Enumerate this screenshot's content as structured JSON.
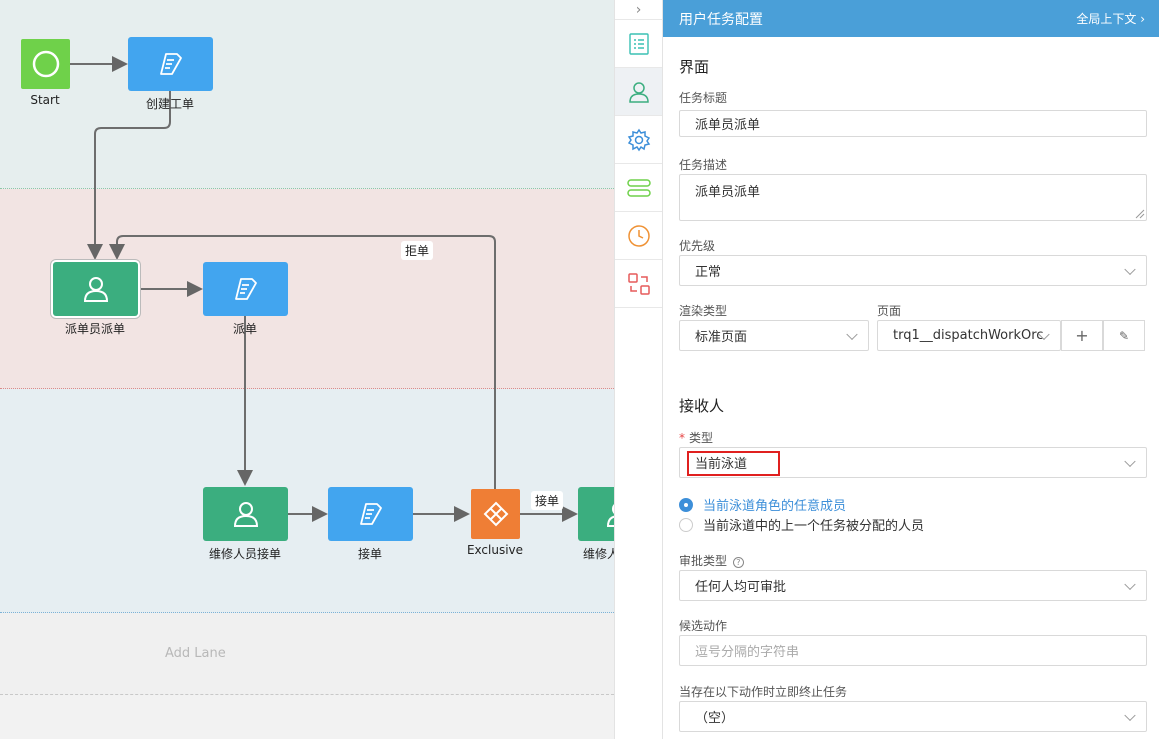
{
  "canvas": {
    "nodes": {
      "start": "Start",
      "create_ticket": "创建工单",
      "dispatcher": "派单员派单",
      "dispatch": "派单",
      "repair_accept": "维修人员接单",
      "accept": "接单",
      "exclusive": "Exclusive",
      "repair_cut": "维修人"
    },
    "edges": {
      "reject": "拒单",
      "accept": "接单"
    },
    "add_lane": "Add Lane"
  },
  "iconbar": {
    "collapse": "›",
    "icons": [
      "list-icon",
      "user-icon",
      "gear-icon",
      "server-icon",
      "clock-icon",
      "swap-icon"
    ]
  },
  "panel": {
    "title": "用户任务配置",
    "context_link": "全局上下文 ›",
    "ui_section": "界面",
    "task_title_label": "任务标题",
    "task_title_value": "派单员派单",
    "task_desc_label": "任务描述",
    "task_desc_value": "派单员派单",
    "priority_label": "优先级",
    "priority_value": "正常",
    "render_type_label": "渲染类型",
    "render_type_value": "标准页面",
    "page_label": "页面",
    "page_value": "trq1__dispatchWorkOrc",
    "page_add": "+",
    "page_edit": "✎",
    "receiver_section": "接收人",
    "type_label": "类型",
    "type_required": "*",
    "type_value": "当前泳道",
    "radio_1": "当前泳道角色的任意成员",
    "radio_2": "当前泳道中的上一个任务被分配的人员",
    "approve_label": "审批类型",
    "approve_help": "?",
    "approve_value": "任何人均可审批",
    "candidate_label": "候选动作",
    "candidate_placeholder": "逗号分隔的字符串",
    "terminate_label": "当存在以下动作时立即终止任务",
    "terminate_value": "（空）"
  },
  "colors": {
    "task": "#42a5ef",
    "user": "#3bae7f",
    "start": "#6fd14a",
    "gateway": "#ef7e35",
    "header": "#4a9fd8",
    "highlight": "#e0201f"
  }
}
